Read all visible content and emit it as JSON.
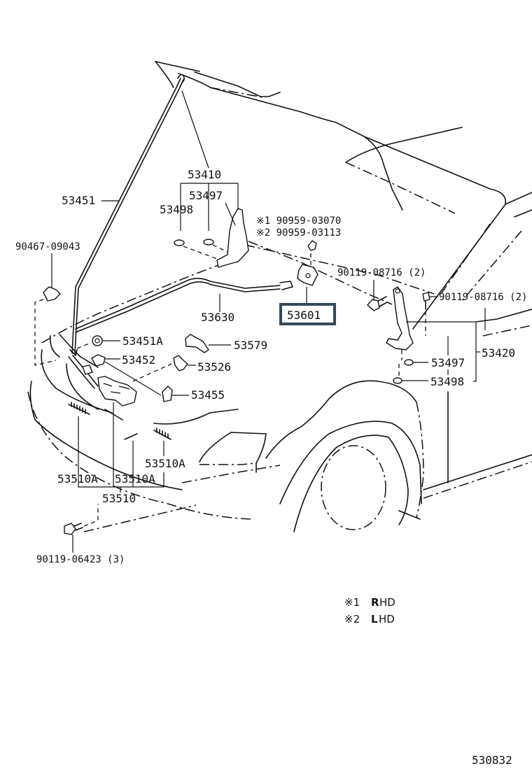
{
  "diagram": {
    "title_code": "530832",
    "highlighted_part": "53601",
    "callouts": {
      "p53410": "53410",
      "p53497_top": "53497",
      "p53498_top": "53498",
      "p53451": "53451",
      "p90467": "90467-09043",
      "p90959_1": "※1 90959-03070",
      "p90959_2": "※2 90959-03113",
      "p90119_a": "90119-08716 (2)",
      "p90119_b": "90119-08716 (2)",
      "p53601": "53601",
      "p53630": "53630",
      "p53451A": "53451A",
      "p53579": "53579",
      "p53452": "53452",
      "p53526": "53526",
      "p53455": "53455",
      "p53497_right": "53497",
      "p53420": "53420",
      "p53498_right": "53498",
      "p53510A_right": "53510A",
      "p53510A_left": "53510A",
      "p53510A_mid": "53510A",
      "p53510": "53510",
      "p90119_06423": "90119-06423 (3)"
    },
    "legend": [
      {
        "mark": "※1",
        "code_initial": "R",
        "code_rest": "HD"
      },
      {
        "mark": "※2",
        "code_initial": "L",
        "code_rest": "HD"
      }
    ],
    "colors": {
      "line": "#111111",
      "highlight_border": "#34495a",
      "background": "#ffffff"
    }
  }
}
